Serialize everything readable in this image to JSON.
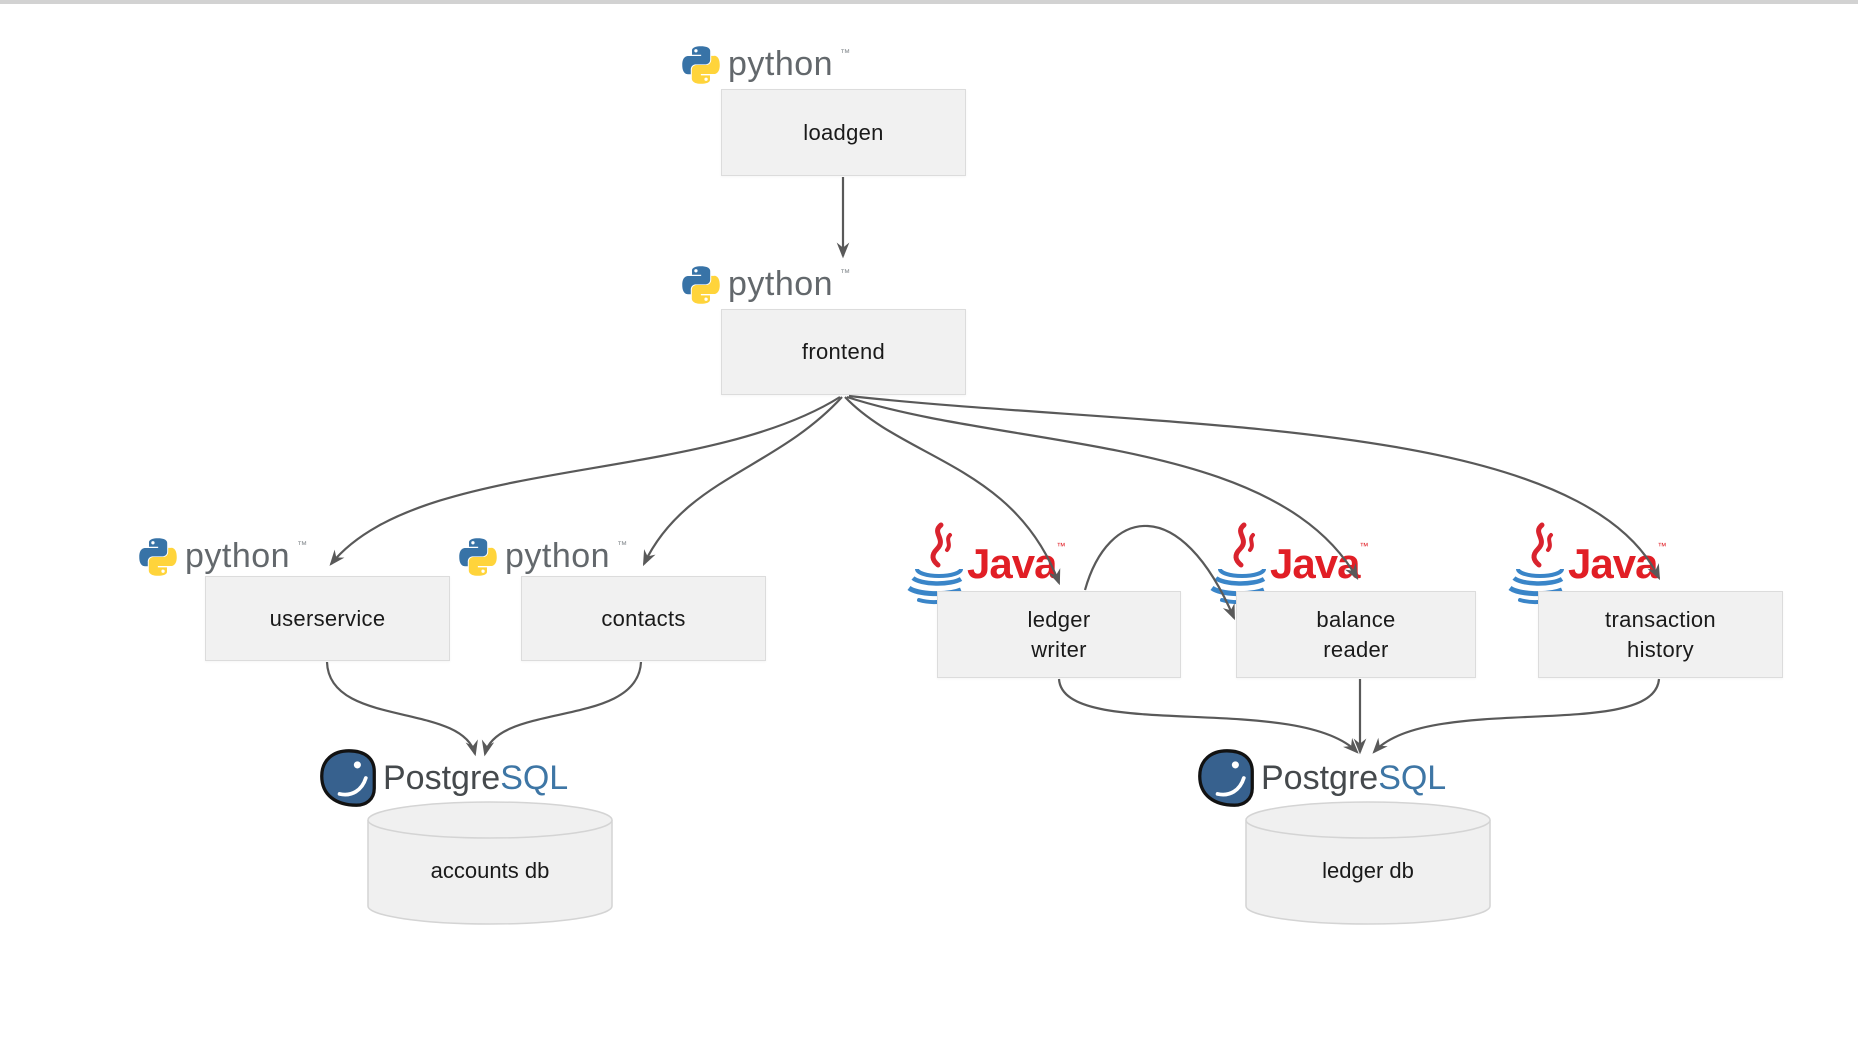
{
  "page": {
    "background": "#ffffff",
    "top_strip_color": "#d2d2d2"
  },
  "logos": {
    "python": {
      "wordmark": "python",
      "tm": "™"
    },
    "java": {
      "wordmark": "Java",
      "tm": "™"
    },
    "postgresql": {
      "wordmark_dark": "Postgre",
      "wordmark_blue": "SQL"
    }
  },
  "nodes": {
    "loadgen": {
      "label": "loadgen",
      "tech": "python"
    },
    "frontend": {
      "label": "frontend",
      "tech": "python"
    },
    "userservice": {
      "label": "userservice",
      "tech": "python"
    },
    "contacts": {
      "label": "contacts",
      "tech": "python"
    },
    "ledger_writer": {
      "label": "ledger\nwriter",
      "tech": "java"
    },
    "balance_reader": {
      "label": "balance\nreader",
      "tech": "java"
    },
    "transaction_history": {
      "label": "transaction\nhistory",
      "tech": "java"
    },
    "accounts_db": {
      "label": "accounts db",
      "tech": "postgresql"
    },
    "ledger_db": {
      "label": "ledger db",
      "tech": "postgresql"
    }
  },
  "edges": [
    {
      "from": "loadgen",
      "to": "frontend"
    },
    {
      "from": "frontend",
      "to": "userservice"
    },
    {
      "from": "frontend",
      "to": "contacts"
    },
    {
      "from": "frontend",
      "to": "ledger writer"
    },
    {
      "from": "frontend",
      "to": "balance reader"
    },
    {
      "from": "frontend",
      "to": "transaction history"
    },
    {
      "from": "ledger writer",
      "to": "balance reader"
    },
    {
      "from": "userservice",
      "to": "accounts db"
    },
    {
      "from": "contacts",
      "to": "accounts db"
    },
    {
      "from": "ledger writer",
      "to": "ledger db"
    },
    {
      "from": "balance reader",
      "to": "ledger db"
    },
    {
      "from": "transaction history",
      "to": "ledger db"
    }
  ],
  "colors": {
    "box_fill": "#f1f1f1",
    "box_border": "#dcdcdc",
    "edge": "#595959",
    "python_blue": "#3873a7",
    "python_yellow": "#ffd43b",
    "python_text": "#63686c",
    "java_red": "#e11e25",
    "java_blue": "#3a85c8",
    "postgres_blue": "#336791",
    "postgres_text_dark": "#45494c",
    "postgres_text_blue": "#3e76a5"
  }
}
